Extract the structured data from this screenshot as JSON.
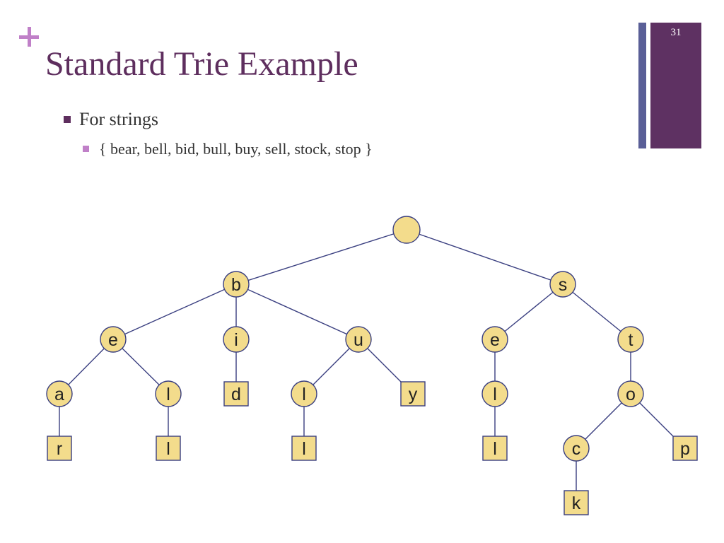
{
  "slide": {
    "number": "31",
    "title": "Standard Trie Example",
    "bullets": [
      {
        "level": 1,
        "text": "For strings"
      },
      {
        "level": 2,
        "text": "{ bear, bell, bid, bull, buy, sell, stock, stop }"
      }
    ]
  },
  "colors": {
    "title": "#5e2e5e",
    "plus_accent": "#c080c8",
    "node_fill": "#f3dc8c",
    "edge": "#3a3f80",
    "sidebar_thin": "#5a5f97",
    "sidebar_thick": "#5e3162"
  },
  "trie": {
    "nodes": [
      {
        "id": "root",
        "label": "",
        "type": "internal"
      },
      {
        "id": "b",
        "label": "b",
        "type": "internal",
        "parent": "root"
      },
      {
        "id": "s",
        "label": "s",
        "type": "internal",
        "parent": "root"
      },
      {
        "id": "be",
        "label": "e",
        "type": "internal",
        "parent": "b"
      },
      {
        "id": "bi",
        "label": "i",
        "type": "internal",
        "parent": "b"
      },
      {
        "id": "bu",
        "label": "u",
        "type": "internal",
        "parent": "b"
      },
      {
        "id": "se",
        "label": "e",
        "type": "internal",
        "parent": "s"
      },
      {
        "id": "st",
        "label": "t",
        "type": "internal",
        "parent": "s"
      },
      {
        "id": "bea",
        "label": "a",
        "type": "internal",
        "parent": "be"
      },
      {
        "id": "bel",
        "label": "l",
        "type": "internal",
        "parent": "be"
      },
      {
        "id": "bid",
        "label": "d",
        "type": "leaf",
        "parent": "bi"
      },
      {
        "id": "bul",
        "label": "l",
        "type": "internal",
        "parent": "bu"
      },
      {
        "id": "buy",
        "label": "y",
        "type": "leaf",
        "parent": "bu"
      },
      {
        "id": "sel",
        "label": "l",
        "type": "internal",
        "parent": "se"
      },
      {
        "id": "sto",
        "label": "o",
        "type": "internal",
        "parent": "st"
      },
      {
        "id": "bear",
        "label": "r",
        "type": "leaf",
        "parent": "bea"
      },
      {
        "id": "bell",
        "label": "l",
        "type": "leaf",
        "parent": "bel"
      },
      {
        "id": "bull",
        "label": "l",
        "type": "leaf",
        "parent": "bul"
      },
      {
        "id": "sell",
        "label": "l",
        "type": "leaf",
        "parent": "sel"
      },
      {
        "id": "stoc",
        "label": "c",
        "type": "internal",
        "parent": "sto"
      },
      {
        "id": "stop",
        "label": "p",
        "type": "leaf",
        "parent": "sto"
      },
      {
        "id": "stock",
        "label": "k",
        "type": "leaf",
        "parent": "stoc"
      }
    ]
  }
}
